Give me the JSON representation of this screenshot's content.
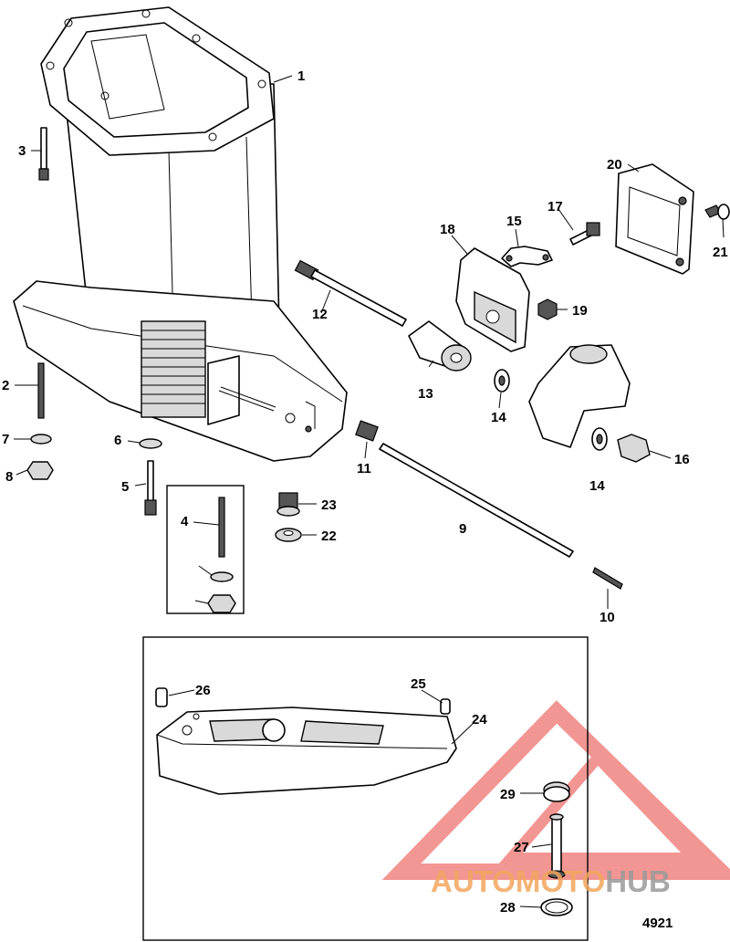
{
  "figure_number": "4921",
  "watermark": {
    "part1": "AUTOMOTO",
    "part2": "HUB",
    "color_main": "#f2a65e",
    "color_accent": "#9a9a9a",
    "triangle_color": "#e8413c"
  },
  "callouts": [
    "1",
    "2",
    "3",
    "4",
    "5",
    "6",
    "7",
    "8",
    "9",
    "10",
    "11",
    "12",
    "13",
    "14",
    "15",
    "16",
    "17",
    "18",
    "19",
    "20",
    "21",
    "22",
    "23",
    "24",
    "25",
    "26",
    "27",
    "28",
    "29"
  ],
  "parts": [
    {
      "callout": "1"
    },
    {
      "callout": "2"
    },
    {
      "callout": "3"
    },
    {
      "callout": "4"
    },
    {
      "callout": "5"
    },
    {
      "callout": "6"
    },
    {
      "callout": "7"
    },
    {
      "callout": "8"
    },
    {
      "callout": "9"
    },
    {
      "callout": "10"
    },
    {
      "callout": "11"
    },
    {
      "callout": "12"
    },
    {
      "callout": "13"
    },
    {
      "callout": "14"
    },
    {
      "callout": "15"
    },
    {
      "callout": "16"
    },
    {
      "callout": "17"
    },
    {
      "callout": "18"
    },
    {
      "callout": "19"
    },
    {
      "callout": "20"
    },
    {
      "callout": "21"
    },
    {
      "callout": "22"
    },
    {
      "callout": "23"
    },
    {
      "callout": "24"
    },
    {
      "callout": "25"
    },
    {
      "callout": "26"
    },
    {
      "callout": "27"
    },
    {
      "callout": "28"
    },
    {
      "callout": "29"
    }
  ]
}
